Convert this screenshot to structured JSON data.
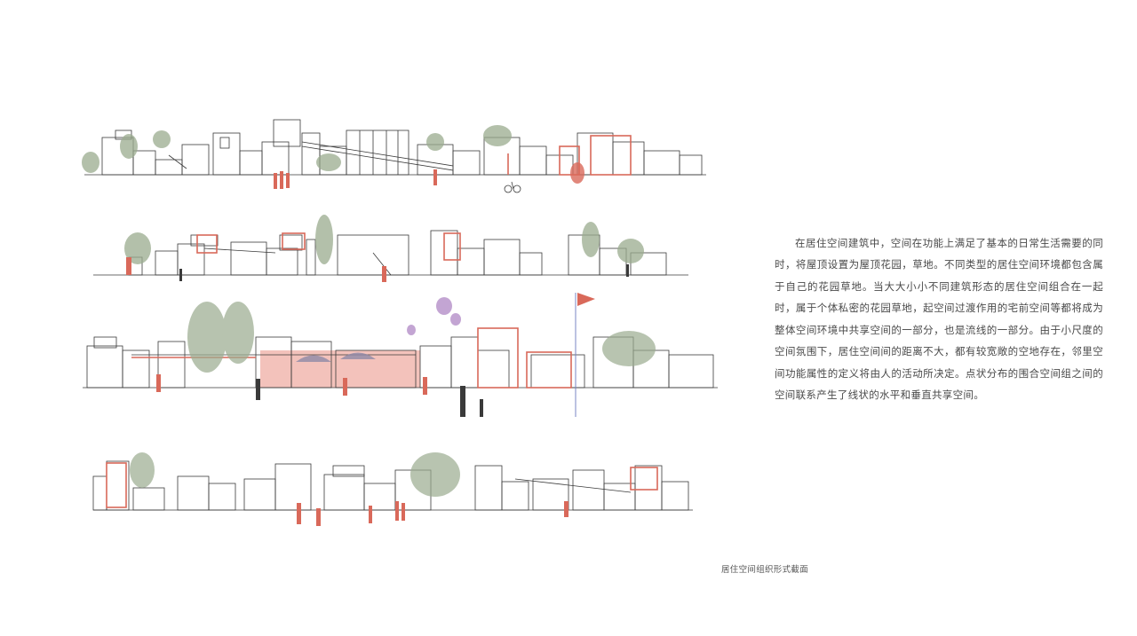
{
  "description": "在居住空间建筑中，空间在功能上满足了基本的日常生活需要的同时，将屋顶设置为屋顶花园，草地。不同类型的居住空间环境都包含属于自己的花园草地。当大大小小不同建筑形态的居住空间组合在一起时，属于个体私密的花园草地，起空间过渡作用的宅前空间等都将成为整体空间环境中共享空间的一部分，也是流线的一部分。由于小尺度的空间氛围下，居住空间间的距离不大，都有较宽敞的空地存在，邻里空间功能属性的定义将由人的活动所决定。点状分布的围合空间组之间的 空间联系产生了线状的水平和垂直共享空间。",
  "caption": "居住空间组织形式截面",
  "colors": {
    "line": "#3a3a3a",
    "accent": "#d9695a",
    "accent_fill": "#f0b3aa",
    "tree": "#9aab8e",
    "tree_dark": "#7d8f70",
    "balloon": "#b58fc9",
    "umbrella": "#8e8aa8"
  },
  "sections": [
    {
      "name": "section-1"
    },
    {
      "name": "section-2"
    },
    {
      "name": "section-3"
    },
    {
      "name": "section-4"
    }
  ]
}
